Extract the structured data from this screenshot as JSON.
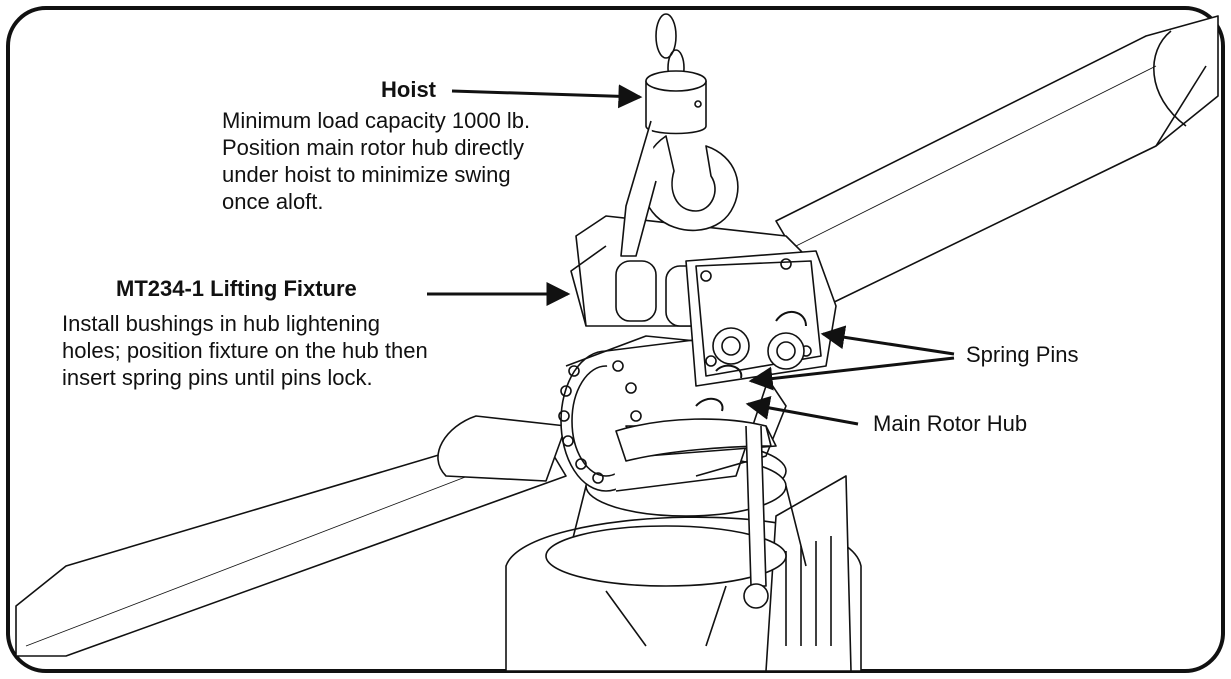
{
  "callouts": {
    "hoist": {
      "title": "Hoist",
      "lines": [
        "Minimum load capacity 1000 lb.",
        "Position main rotor hub directly",
        "under hoist to minimize swing",
        "once aloft."
      ]
    },
    "fixture": {
      "title": "MT234-1 Lifting Fixture",
      "lines": [
        "Install bushings in hub lightening",
        "holes; position fixture on the hub then",
        "insert spring pins until pins lock."
      ]
    },
    "spring_pins": {
      "title": "Spring Pins"
    },
    "main_rotor_hub": {
      "title": "Main Rotor Hub"
    }
  },
  "colors": {
    "ink": "#111111",
    "background": "#ffffff"
  }
}
